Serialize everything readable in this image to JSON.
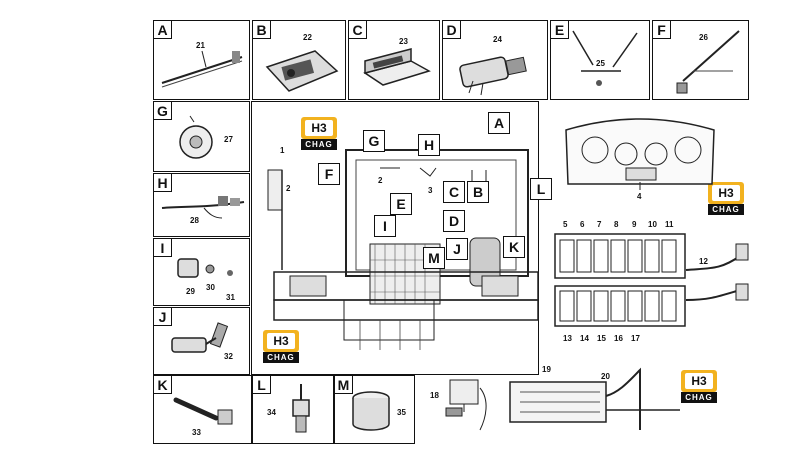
{
  "top_row": [
    {
      "tag": "A",
      "num": "21"
    },
    {
      "tag": "B",
      "num": "22"
    },
    {
      "tag": "C",
      "num": "23"
    },
    {
      "tag": "D",
      "num": "24"
    },
    {
      "tag": "E",
      "num": "25"
    },
    {
      "tag": "F",
      "num": "26"
    }
  ],
  "left_col": [
    {
      "tag": "G",
      "nums": [
        "27"
      ]
    },
    {
      "tag": "H",
      "nums": [
        "28"
      ]
    },
    {
      "tag": "I",
      "nums": [
        "29",
        "30",
        "31"
      ]
    },
    {
      "tag": "J",
      "nums": [
        "32"
      ]
    }
  ],
  "bottom_row": [
    {
      "tag": "K",
      "num": "33"
    },
    {
      "tag": "L",
      "num": "34"
    },
    {
      "tag": "M",
      "num": "35"
    }
  ],
  "cab_callouts": [
    "G",
    "H",
    "A",
    "F",
    "L",
    "E",
    "C",
    "B",
    "I",
    "D",
    "M",
    "J",
    "K"
  ],
  "cab_numbers": [
    "1",
    "2",
    "2",
    "3"
  ],
  "logo": {
    "mark": "H3",
    "word": "CHAG"
  },
  "dashboard_num": "4",
  "switch_top_nums": [
    "5",
    "6",
    "7",
    "8",
    "9",
    "10",
    "11"
  ],
  "switch_bottom_nums": [
    "13",
    "14",
    "15",
    "16",
    "17"
  ],
  "harness_num": "12",
  "wiring_nums": [
    "18",
    "19",
    "20"
  ]
}
